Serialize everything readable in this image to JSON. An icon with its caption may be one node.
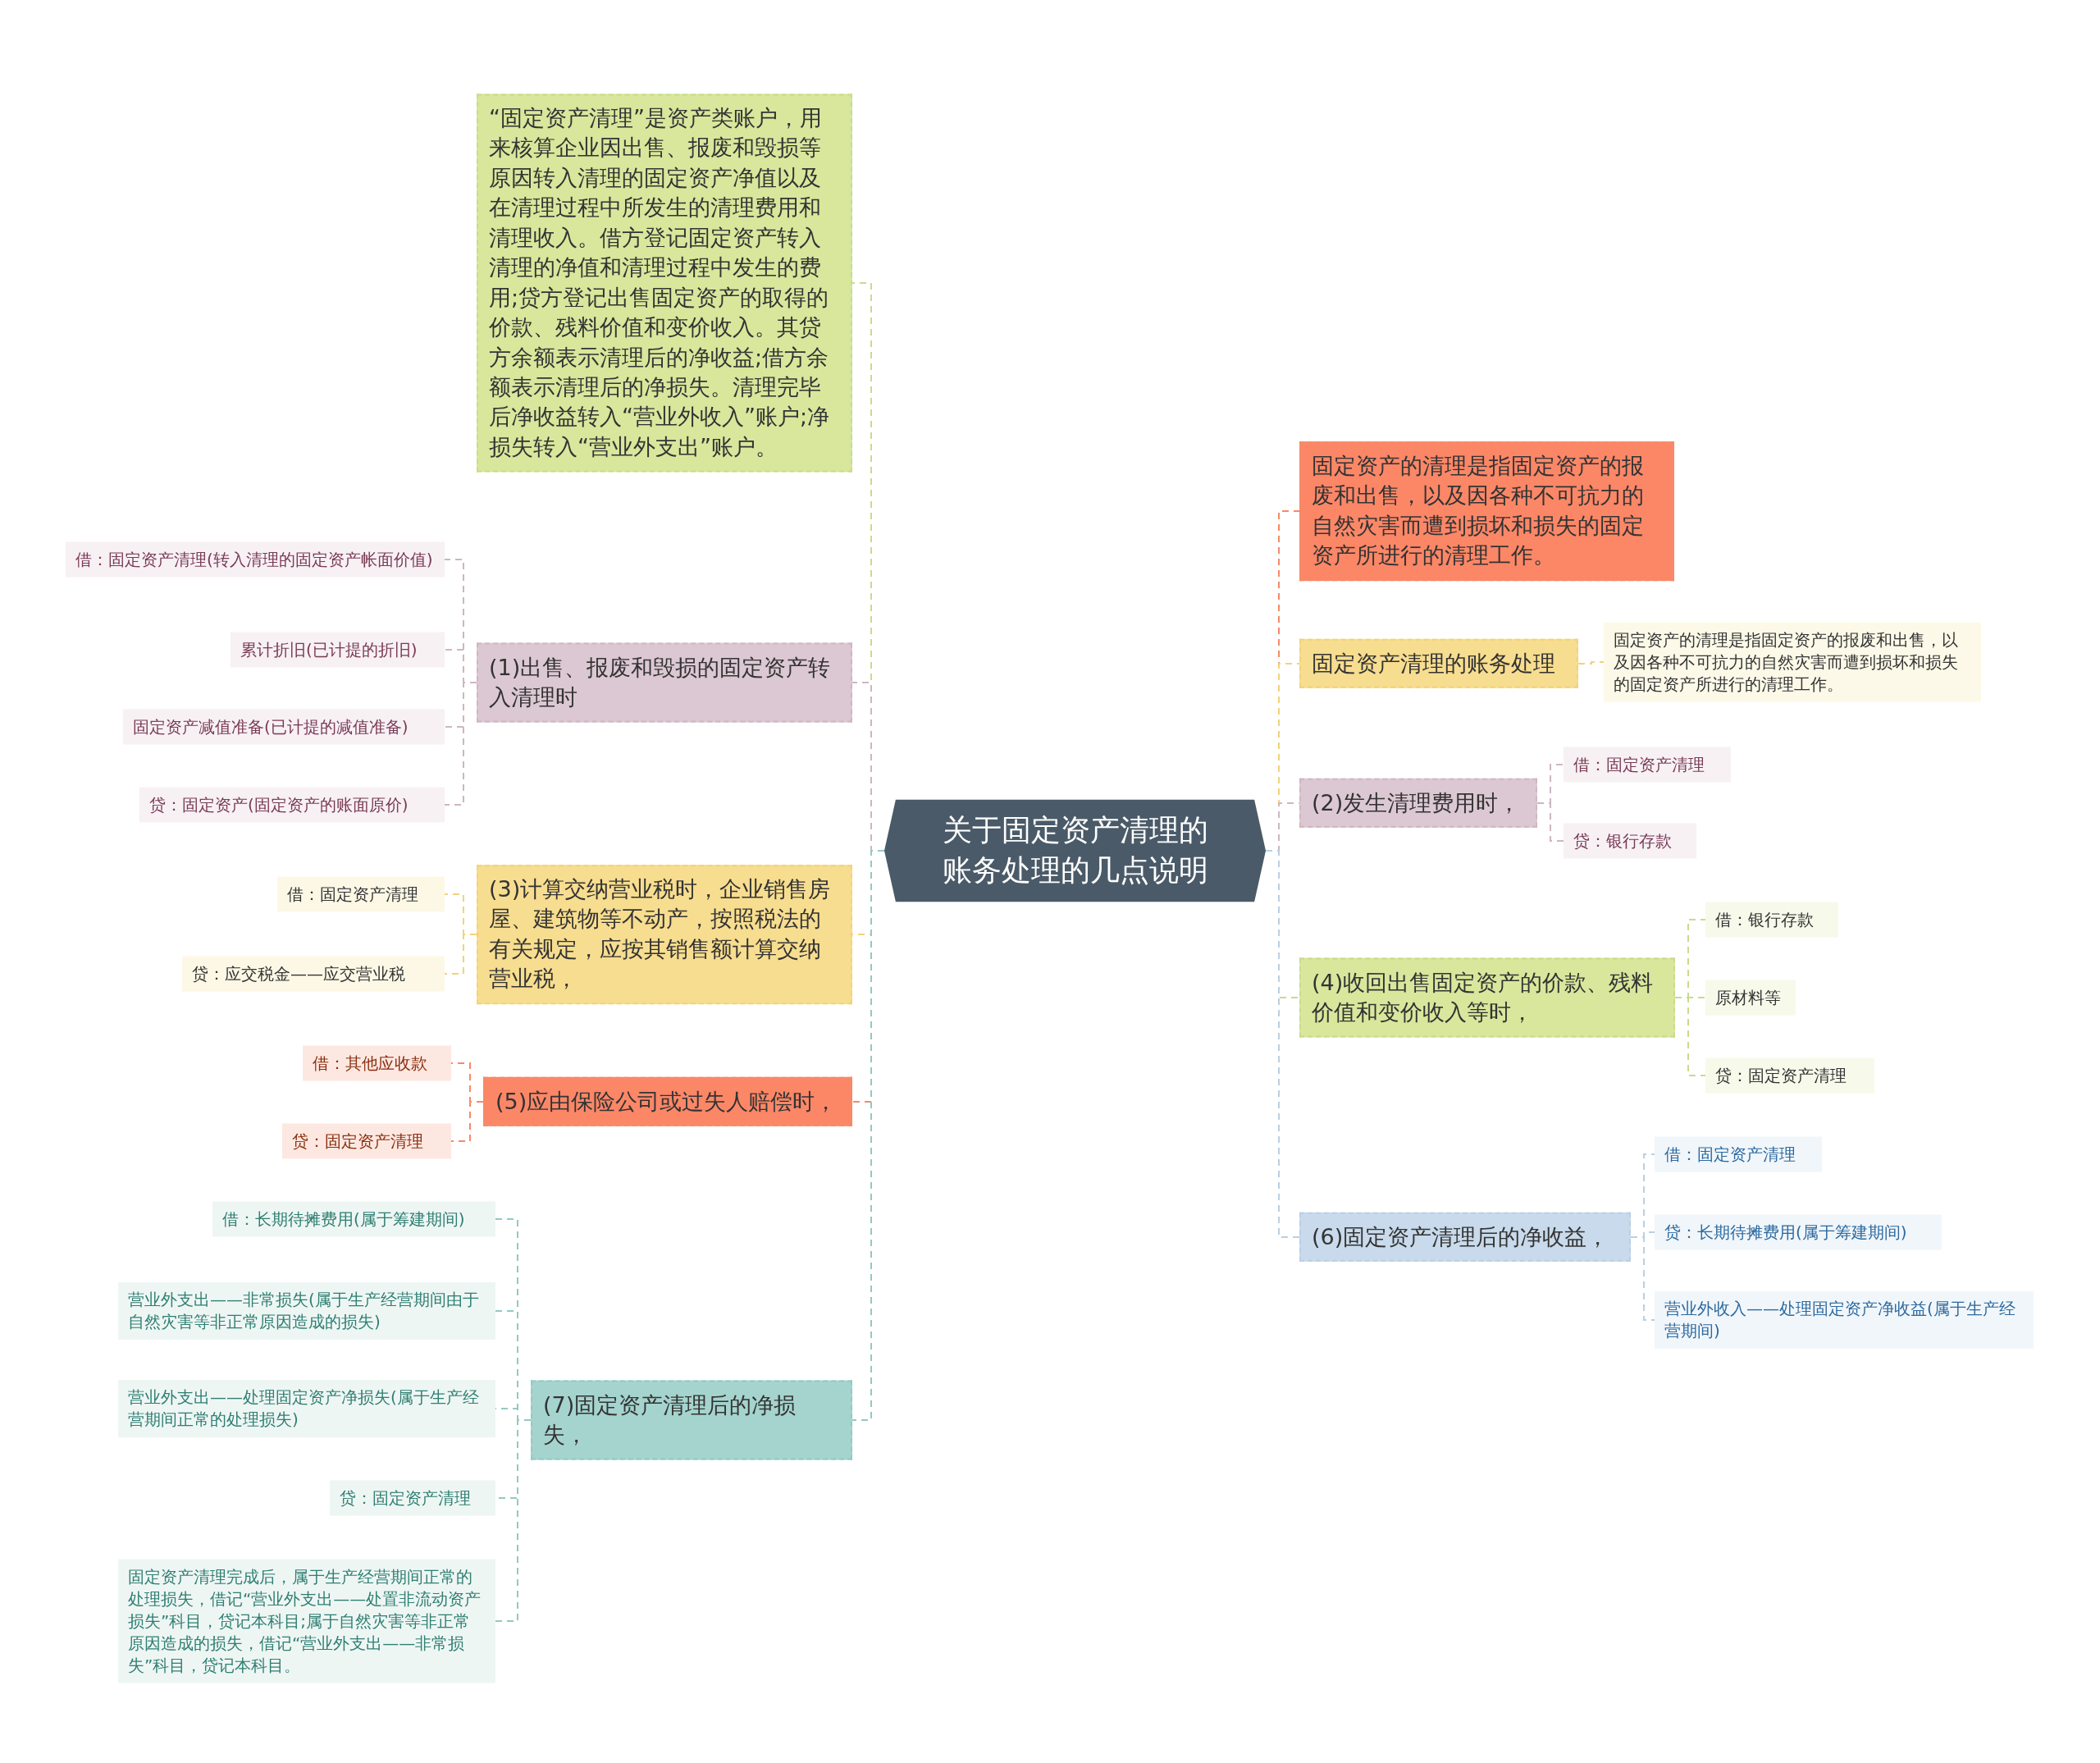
{
  "diagram": {
    "nodes": [
      {
        "text": [
          "关于固定资产清理的账务处理的几点说明"
        ]
      },
      {
        "text": [
          "“固定资产清理”是资产类账户，用来核算企业因出售、报废和毁损等原因转入清理的固定资产净值以及在清理过程中所发生的清理费用和清理收入。借方登记固定资产转入清理的净值和清理过程中发生的费用;贷方登记出售固定资产的取得的价款、残料价值和变价收入。其贷方余额表示清理后的净收益;借方余额表示清理后的净损失。清理完毕后净收益转入“营业外收入”账户;净损失转入“营业外支出”账户。"
        ]
      },
      {
        "text": [
          "(1)出售、报废和毁损的固定资产转入清理时"
        ]
      },
      {
        "text": [
          "借：固定资产清理(转入清理的固定资产帐面价值)"
        ]
      },
      {
        "text": [
          "累计折旧(已计提的折旧)"
        ]
      },
      {
        "text": [
          "固定资产减值准备(已计提的减值准备)"
        ]
      },
      {
        "text": [
          "贷：固定资产(固定资产的账面原价)"
        ]
      },
      {
        "text": [
          "(3)计算交纳营业税时，企业销售房屋、建筑物等不动产，按照税法的有关规定，应按其销售额计算交纳营业税，"
        ]
      },
      {
        "text": [
          "借：固定资产清理"
        ]
      },
      {
        "text": [
          "贷：应交税金——应交营业税"
        ]
      },
      {
        "text": [
          "(5)应由保险公司或过失人赔偿时，"
        ]
      },
      {
        "text": [
          "借：其他应收款"
        ]
      },
      {
        "text": [
          "贷：固定资产清理"
        ]
      },
      {
        "text": [
          "(7)固定资产清理后的净损失，"
        ]
      },
      {
        "text": [
          "借：长期待摊费用(属于筹建期间)"
        ]
      },
      {
        "text": [
          "营业外支出——非常损失(属于生产经营期间由于自然灾害等非正常原因造成的损失)"
        ]
      },
      {
        "text": [
          "营业外支出——处理固定资产净损失(属于生产经营期间正常的处理损失)"
        ]
      },
      {
        "text": [
          "贷：固定资产清理"
        ]
      },
      {
        "text": [
          "固定资产清理完成后，属于生产经营期间正常的处理损失，借记“营业外支出——处置非流动资产损失”科目，贷记本科目;属于自然灾害等非正常原因造成的损失，借记“营业外支出——非常损失”科目，贷记本科目。"
        ]
      },
      {
        "text": [
          "固定资产的清理是指固定资产的报废和出售，以及因各种不可抗力的自然灾害而遭到损坏和损失的固定资产所进行的清理工作。"
        ]
      },
      {
        "text": [
          "固定资产清理的账务处理"
        ]
      },
      {
        "text": [
          "固定资产的清理是指固定资产的报废和出售，以及因各种不可抗力的自然灾害而遭到损坏和损失的固定资产所进行的清理工作。"
        ]
      },
      {
        "text": [
          "(2)发生清理费用时，"
        ]
      },
      {
        "text": [
          "借：固定资产清理"
        ]
      },
      {
        "text": [
          "贷：银行存款"
        ]
      },
      {
        "text": [
          "(4)收回出售固定资产的价款、残料价值和变价收入等时，"
        ]
      },
      {
        "text": [
          "借：银行存款"
        ]
      },
      {
        "text": [
          "原材料等"
        ]
      },
      {
        "text": [
          "贷：固定资产清理"
        ]
      },
      {
        "text": [
          "(6)固定资产清理后的净收益，"
        ]
      },
      {
        "text": [
          "借：固定资产清理"
        ]
      },
      {
        "text": [
          "贷：长期待摊费用(属于筹建期间)"
        ]
      },
      {
        "text": [
          "营业外收入——处理固定资产净收益(属于生产经营期间)"
        ]
      }
    ],
    "edges": [
      {
        "from": 0,
        "to": 1,
        "arrow": "none",
        "style": "dashed",
        "color": "#c8dc8c"
      },
      {
        "from": 0,
        "to": 2,
        "arrow": "none",
        "style": "dashed",
        "color": "#cdb6c2"
      },
      {
        "from": 2,
        "to": 3,
        "arrow": "none",
        "style": "dashed",
        "color": "#cdb6c2"
      },
      {
        "from": 2,
        "to": 4,
        "arrow": "none",
        "style": "dashed",
        "color": "#cdb6c2"
      },
      {
        "from": 2,
        "to": 5,
        "arrow": "none",
        "style": "dashed",
        "color": "#cdb6c2"
      },
      {
        "from": 2,
        "to": 6,
        "arrow": "none",
        "style": "dashed",
        "color": "#cdb6c2"
      },
      {
        "from": 0,
        "to": 7,
        "arrow": "none",
        "style": "dashed",
        "color": "#f2d27a"
      },
      {
        "from": 7,
        "to": 8,
        "arrow": "none",
        "style": "dashed",
        "color": "#f2d27a"
      },
      {
        "from": 7,
        "to": 9,
        "arrow": "none",
        "style": "dashed",
        "color": "#f2d27a"
      },
      {
        "from": 0,
        "to": 10,
        "arrow": "none",
        "style": "dashed",
        "color": "#f58a68"
      },
      {
        "from": 10,
        "to": 11,
        "arrow": "none",
        "style": "dashed",
        "color": "#f58a68"
      },
      {
        "from": 10,
        "to": 12,
        "arrow": "none",
        "style": "dashed",
        "color": "#f58a68"
      },
      {
        "from": 0,
        "to": 13,
        "arrow": "none",
        "style": "dashed",
        "color": "#93c9c2"
      },
      {
        "from": 13,
        "to": 14,
        "arrow": "none",
        "style": "dashed",
        "color": "#93c9c2"
      },
      {
        "from": 13,
        "to": 15,
        "arrow": "none",
        "style": "dashed",
        "color": "#93c9c2"
      },
      {
        "from": 13,
        "to": 16,
        "arrow": "none",
        "style": "dashed",
        "color": "#93c9c2"
      },
      {
        "from": 13,
        "to": 17,
        "arrow": "none",
        "style": "dashed",
        "color": "#93c9c2"
      },
      {
        "from": 13,
        "to": 18,
        "arrow": "none",
        "style": "dashed",
        "color": "#93c9c2"
      },
      {
        "from": 0,
        "to": 19,
        "arrow": "none",
        "style": "dashed",
        "color": "#f58a68"
      },
      {
        "from": 0,
        "to": 20,
        "arrow": "none",
        "style": "dashed",
        "color": "#f2d27a"
      },
      {
        "from": 20,
        "to": 21,
        "arrow": "none",
        "style": "dashed",
        "color": "#f2d27a"
      },
      {
        "from": 0,
        "to": 22,
        "arrow": "none",
        "style": "dashed",
        "color": "#cdb6c2"
      },
      {
        "from": 22,
        "to": 23,
        "arrow": "none",
        "style": "dashed",
        "color": "#cdb6c2"
      },
      {
        "from": 22,
        "to": 24,
        "arrow": "none",
        "style": "dashed",
        "color": "#cdb6c2"
      },
      {
        "from": 0,
        "to": 25,
        "arrow": "none",
        "style": "dashed",
        "color": "#c8dc8c"
      },
      {
        "from": 25,
        "to": 26,
        "arrow": "none",
        "style": "dashed",
        "color": "#c8dc8c"
      },
      {
        "from": 25,
        "to": 27,
        "arrow": "none",
        "style": "dashed",
        "color": "#c8dc8c"
      },
      {
        "from": 25,
        "to": 28,
        "arrow": "none",
        "style": "dashed",
        "color": "#c8dc8c"
      },
      {
        "from": 0,
        "to": 29,
        "arrow": "none",
        "style": "dashed",
        "color": "#b9cfe3"
      },
      {
        "from": 29,
        "to": 30,
        "arrow": "none",
        "style": "dashed",
        "color": "#b9cfe3"
      },
      {
        "from": 29,
        "to": 31,
        "arrow": "none",
        "style": "dashed",
        "color": "#b9cfe3"
      },
      {
        "from": 29,
        "to": 32,
        "arrow": "none",
        "style": "dashed",
        "color": "#b9cfe3"
      }
    ]
  }
}
